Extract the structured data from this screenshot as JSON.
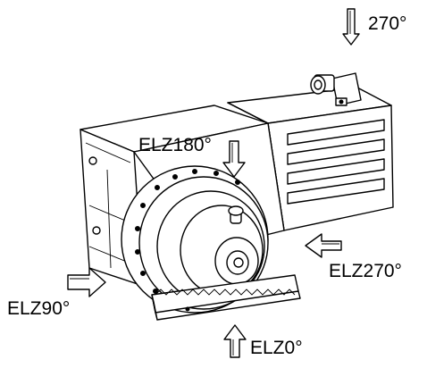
{
  "labels": {
    "top": "270°",
    "elz180": "ELZ180°",
    "elz270": "ELZ270°",
    "elz90": "ELZ90°",
    "elz0": "ELZ0°"
  },
  "icons": {
    "arrow_top": "arrow-down-icon",
    "arrow_elz180": "arrow-down-icon",
    "arrow_elz270": "arrow-left-icon",
    "arrow_elz90": "arrow-right-icon",
    "arrow_elz0": "arrow-up-icon"
  },
  "colors": {
    "line": "#000000",
    "background": "#ffffff"
  }
}
